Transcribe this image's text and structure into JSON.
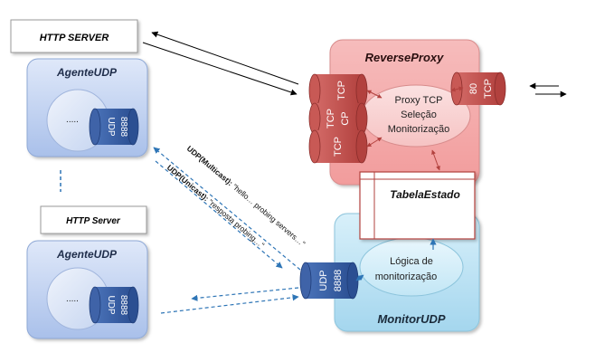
{
  "http_server_top": {
    "label": "HTTP SERVER"
  },
  "agente_top": {
    "title": "AgenteUDP",
    "dots": ".....",
    "port_line1": "UDP",
    "port_line2": "8888"
  },
  "http_server_bottom": {
    "label": "HTTP Server"
  },
  "agente_bottom": {
    "title": "AgenteUDP",
    "dots": ".....",
    "port_line1": "UDP",
    "port_line2": "8888"
  },
  "reverse_proxy": {
    "title": "ReverseProxy",
    "tcp_labels": [
      "TCP",
      "TCP",
      "TCP"
    ],
    "cp_label": "CP",
    "tcp80_line1": "TCP",
    "tcp80_line2": "80",
    "center_lines": [
      "Proxy TCP",
      "Seleção",
      "Monitorização"
    ]
  },
  "tabela": {
    "title": "TabelaEstado"
  },
  "monitor": {
    "title": "MonitorUDP",
    "port_line1": "UDP",
    "port_line2": "8888",
    "logic_lines": [
      "Lógica de",
      "monitorização"
    ]
  },
  "messages": {
    "multicast_prefix": "UDP(Multicast):",
    "multicast_text": " \"hello… probing servers…\"",
    "unicast_prefix": "UDP(Unicast):",
    "unicast_text": " \"resposta probing…\""
  },
  "colors": {
    "agent_fill": "#c9d9f5",
    "agent_border": "#8fa9d6",
    "proxy_fill": "#f4a9a9",
    "proxy_border": "#d88c8c",
    "monitor_fill": "#bfe3f2",
    "cylinder_red": "#c0504d",
    "cylinder_blue": "#2f5597",
    "dashed_blue": "#2e75b6"
  }
}
